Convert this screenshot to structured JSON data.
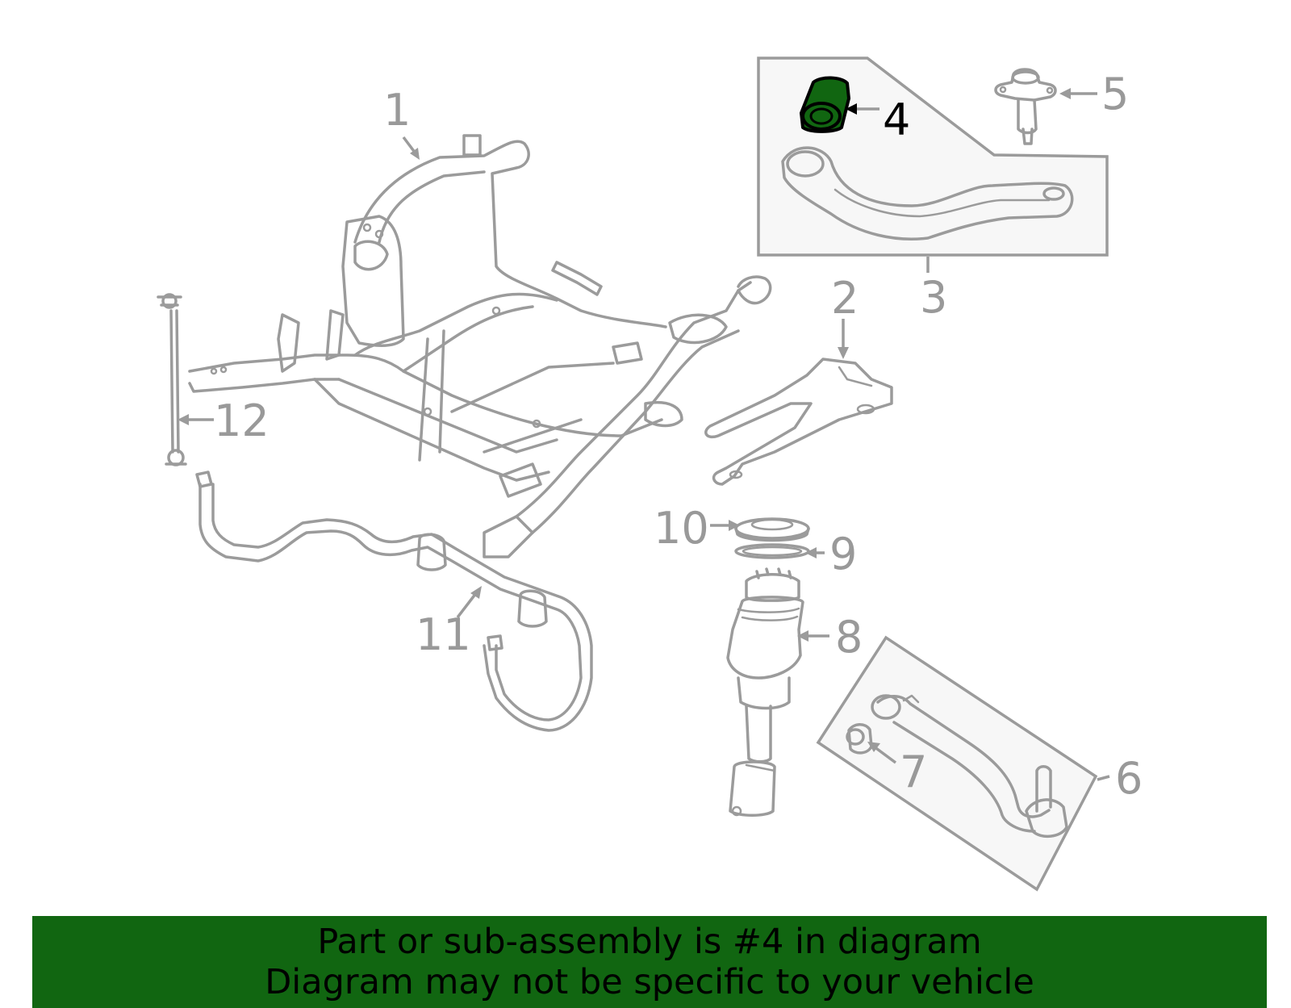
{
  "labels": {
    "l1": "1",
    "l2": "2",
    "l3": "3",
    "l4": "4",
    "l5": "5",
    "l6": "6",
    "l7": "7",
    "l8": "8",
    "l9": "9",
    "l10": "10",
    "l11": "11",
    "l12": "12"
  },
  "highlight_color": "#116611",
  "part_color": "#9b9b9b",
  "banner": {
    "line1": "Part or sub-assembly is #4 in diagram",
    "line2": "Diagram may not be specific to your vehicle"
  }
}
